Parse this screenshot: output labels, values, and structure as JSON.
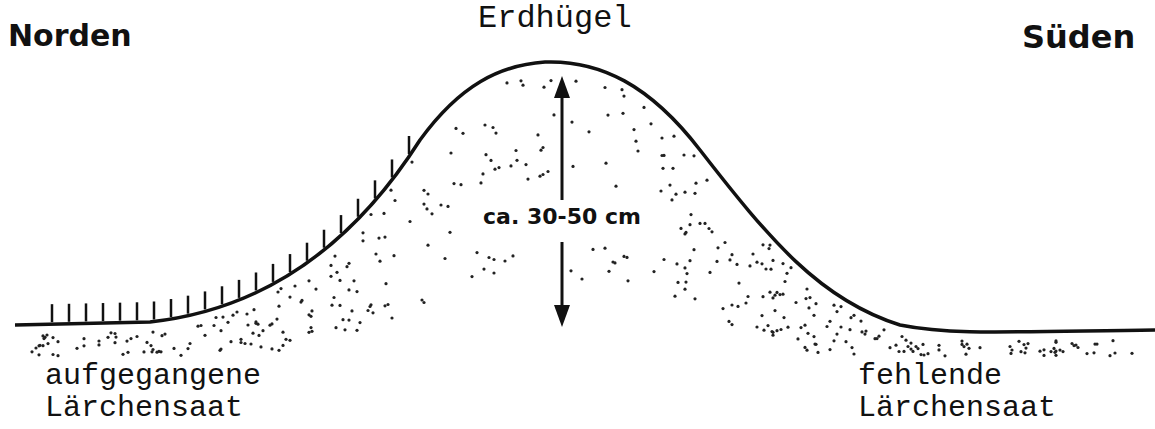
{
  "diagram": {
    "labels": [
      "Norden",
      "Erdhügel",
      "Süden",
      "ca. 30-50 cm",
      "aufgegangene Lärchensaat",
      "fehlende Lärchensaat"
    ]
  }
}
